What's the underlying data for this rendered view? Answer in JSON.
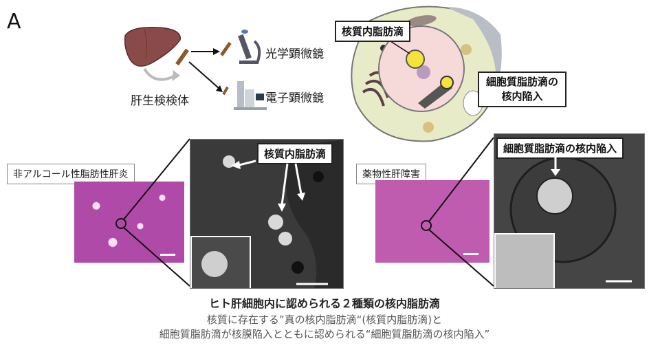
{
  "panel_letter": "A",
  "top": {
    "light_microscope": "光学顕微鏡",
    "electron_microscope": "電子顕微鏡",
    "liver_biopsy": "肝生検検体",
    "cell_label_nuclear": "核質内脂肪滴",
    "cell_label_cytoplasmic_line1": "細胞質脂肪滴の",
    "cell_label_cytoplasmic_line2": "核内陥入"
  },
  "left_panel": {
    "disease_label": "非アルコール性脂肪性肝炎",
    "em_label": "核質内脂肪滴"
  },
  "right_panel": {
    "disease_label": "薬物性肝障害",
    "em_label": "細胞質脂肪滴の核内陥入"
  },
  "caption": {
    "title": "ヒト肝細胞内に認められる２種類の核内脂肪滴",
    "line1": "核質に存在する”真の核内脂肪滴“(核質内脂肪滴)と",
    "line2": "細胞質脂肪滴が核膜陥入とともに認められる“細胞質脂肪滴の核内陥入”"
  },
  "colors": {
    "he_stain": "#b04aa8",
    "em_gray": "#3a3a3a",
    "cell_fill": "#e8ebc8",
    "nucleus_fill": "#f6dada",
    "droplet_yellow": "#f5e23a",
    "liver_brown": "#8a4a4a"
  }
}
